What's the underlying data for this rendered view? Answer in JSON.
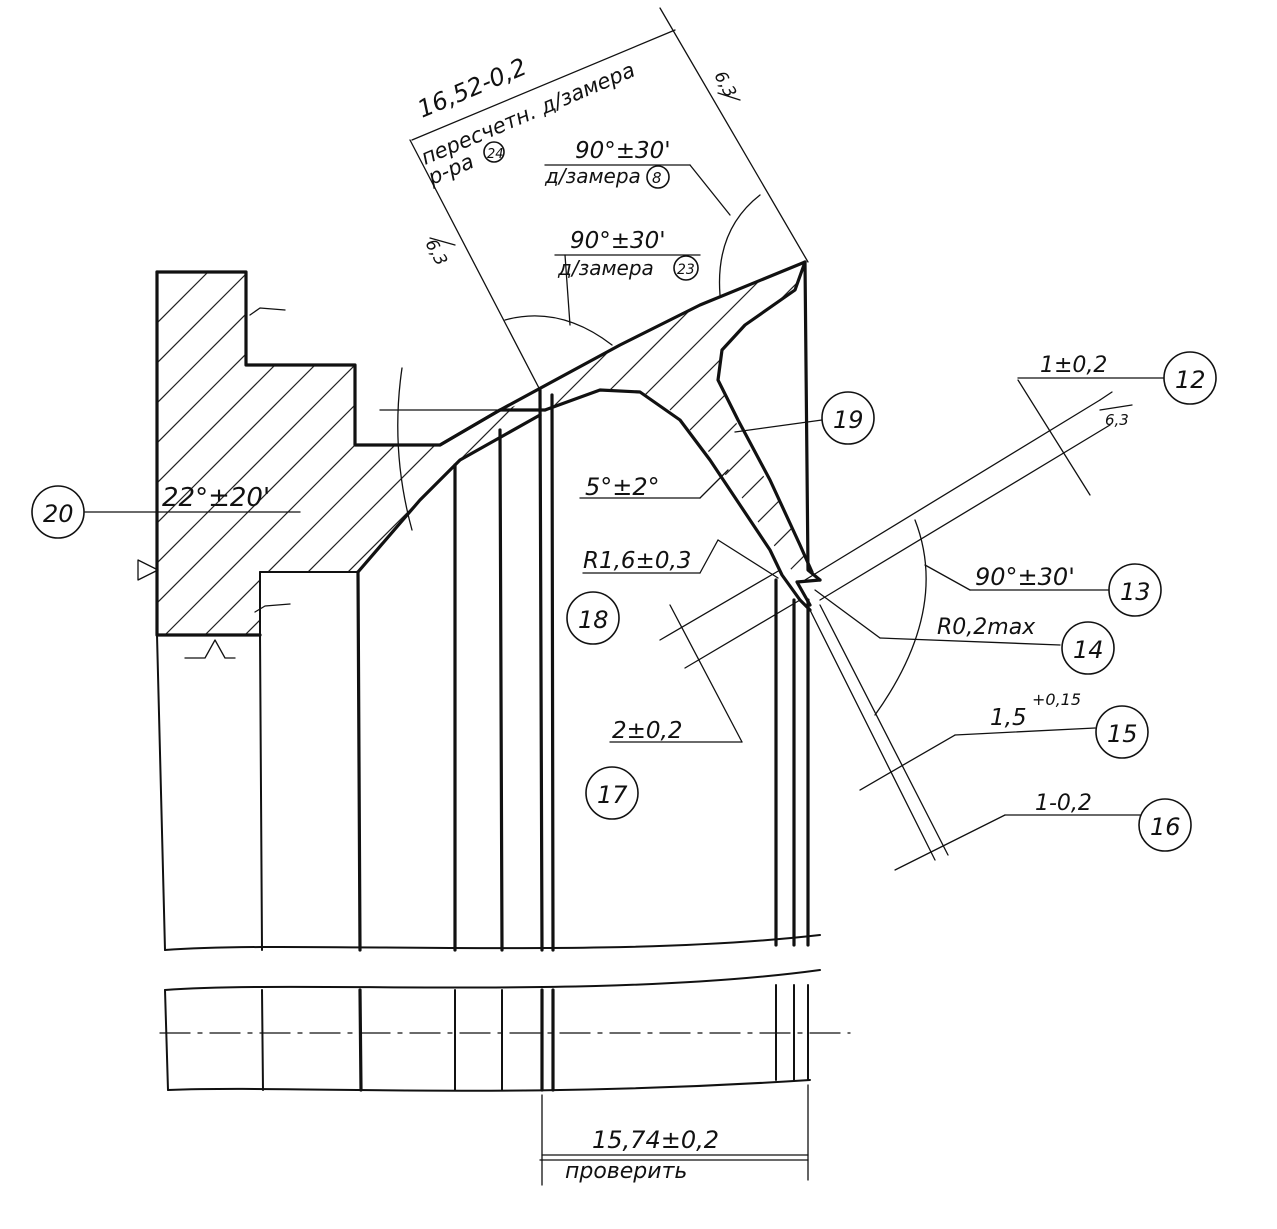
{
  "colors": {
    "ink": "#111111",
    "paper": "#ffffff"
  },
  "dimensions": {
    "chord": "16,52-0,2",
    "chord_note_1": "пересчетн. д/замера",
    "chord_note_2": "р-ра",
    "chord_ref": "24",
    "angle_top": "90°±30'",
    "angle_top_note": "д/замера",
    "angle_top_ref": "8",
    "angle_mid": "90°±30'",
    "angle_mid_note": "д/замера",
    "angle_mid_ref": "23",
    "rough_top": "6,3",
    "rough_left": "6,3",
    "rough_right": "6,3",
    "angle_left": "22°±20'",
    "angle_small": "5°±2°",
    "radius_18": "R1,6±0,3",
    "dim_12": "1±0,2",
    "dim_13": "90°±30'",
    "dim_14": "R0,2max",
    "dim_15": "1,5",
    "dim_15_tol": "+0,15",
    "dim_16": "1-0,2",
    "dim_17": "2±0,2",
    "bottom_dim": "15,74±0,2",
    "bottom_note": "проверить"
  },
  "callouts": {
    "c12": "12",
    "c13": "13",
    "c14": "14",
    "c15": "15",
    "c16": "16",
    "c17": "17",
    "c18": "18",
    "c19": "19",
    "c20": "20"
  }
}
